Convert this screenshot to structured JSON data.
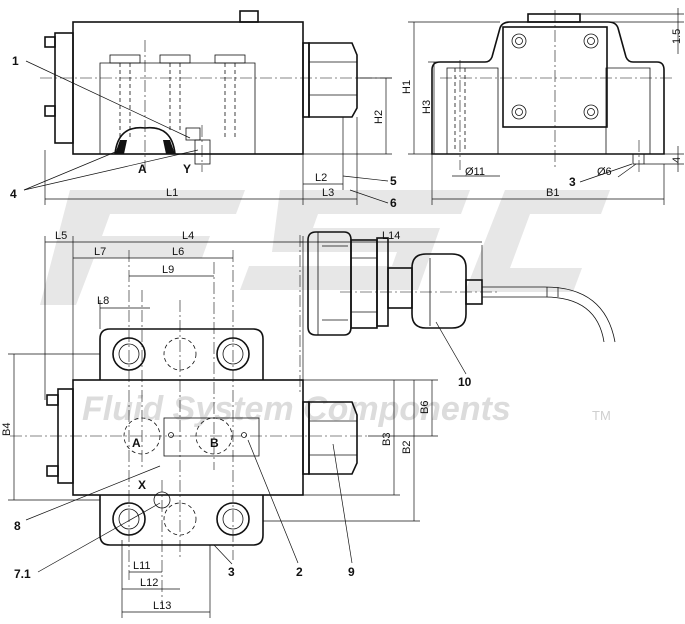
{
  "watermark": {
    "text": "Fluid System Components",
    "trademark": "TM",
    "brand_color": "#e0e0e0"
  },
  "dimensions": {
    "top_view": [
      "L1",
      "L2",
      "L3",
      "H2"
    ],
    "side_view": [
      "H1",
      "H3",
      "1.5",
      "4",
      "Ø11",
      "Ø6",
      "B1"
    ],
    "plan_view": [
      "L4",
      "L5",
      "L6",
      "L7",
      "L8",
      "L9",
      "L11",
      "L12",
      "L13",
      "L14",
      "B2",
      "B3",
      "B4",
      "B6"
    ]
  },
  "ports": {
    "a_top": "A",
    "y": "Y",
    "a_plan": "A",
    "b_plan": "B",
    "x": "X"
  },
  "callouts": [
    "1",
    "4",
    "5",
    "6",
    "3",
    "10",
    "8",
    "7.1",
    "3",
    "2",
    "9"
  ],
  "colors": {
    "line": "#111111",
    "watermark": "#e0e0e0"
  }
}
